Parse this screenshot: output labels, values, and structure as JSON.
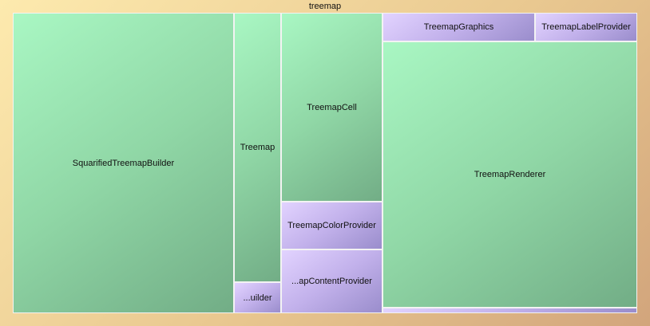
{
  "root": {
    "title": "treemap"
  },
  "cells": [
    {
      "id": "squarified-treemap-builder",
      "label": "SquarifiedTreemapBuilder",
      "color": "green"
    },
    {
      "id": "treemap",
      "label": "Treemap",
      "color": "green"
    },
    {
      "id": "uilder",
      "label": "...uilder",
      "color": "purple"
    },
    {
      "id": "treemap-cell",
      "label": "TreemapCell",
      "color": "green"
    },
    {
      "id": "treemap-color-provider",
      "label": "TreemapColorProvider",
      "color": "purple"
    },
    {
      "id": "ap-content-provider",
      "label": "...apContentProvider",
      "color": "purple"
    },
    {
      "id": "treemap-graphics",
      "label": "TreemapGraphics",
      "color": "purple"
    },
    {
      "id": "treemap-label-provider",
      "label": "TreemapLabelProvider",
      "color": "purple"
    },
    {
      "id": "treemap-renderer",
      "label": "TreemapRenderer",
      "color": "green"
    },
    {
      "id": "small-bottom",
      "label": "",
      "color": "purple"
    }
  ],
  "colors": {
    "root_gradient": [
      "#fdeaae",
      "#d2a57c"
    ],
    "green_gradient": [
      "#a9f7c3",
      "#72ad86"
    ],
    "purple_gradient": [
      "#e2d3ff",
      "#9a8dcc"
    ],
    "cell_border": "#f3f3f3"
  }
}
